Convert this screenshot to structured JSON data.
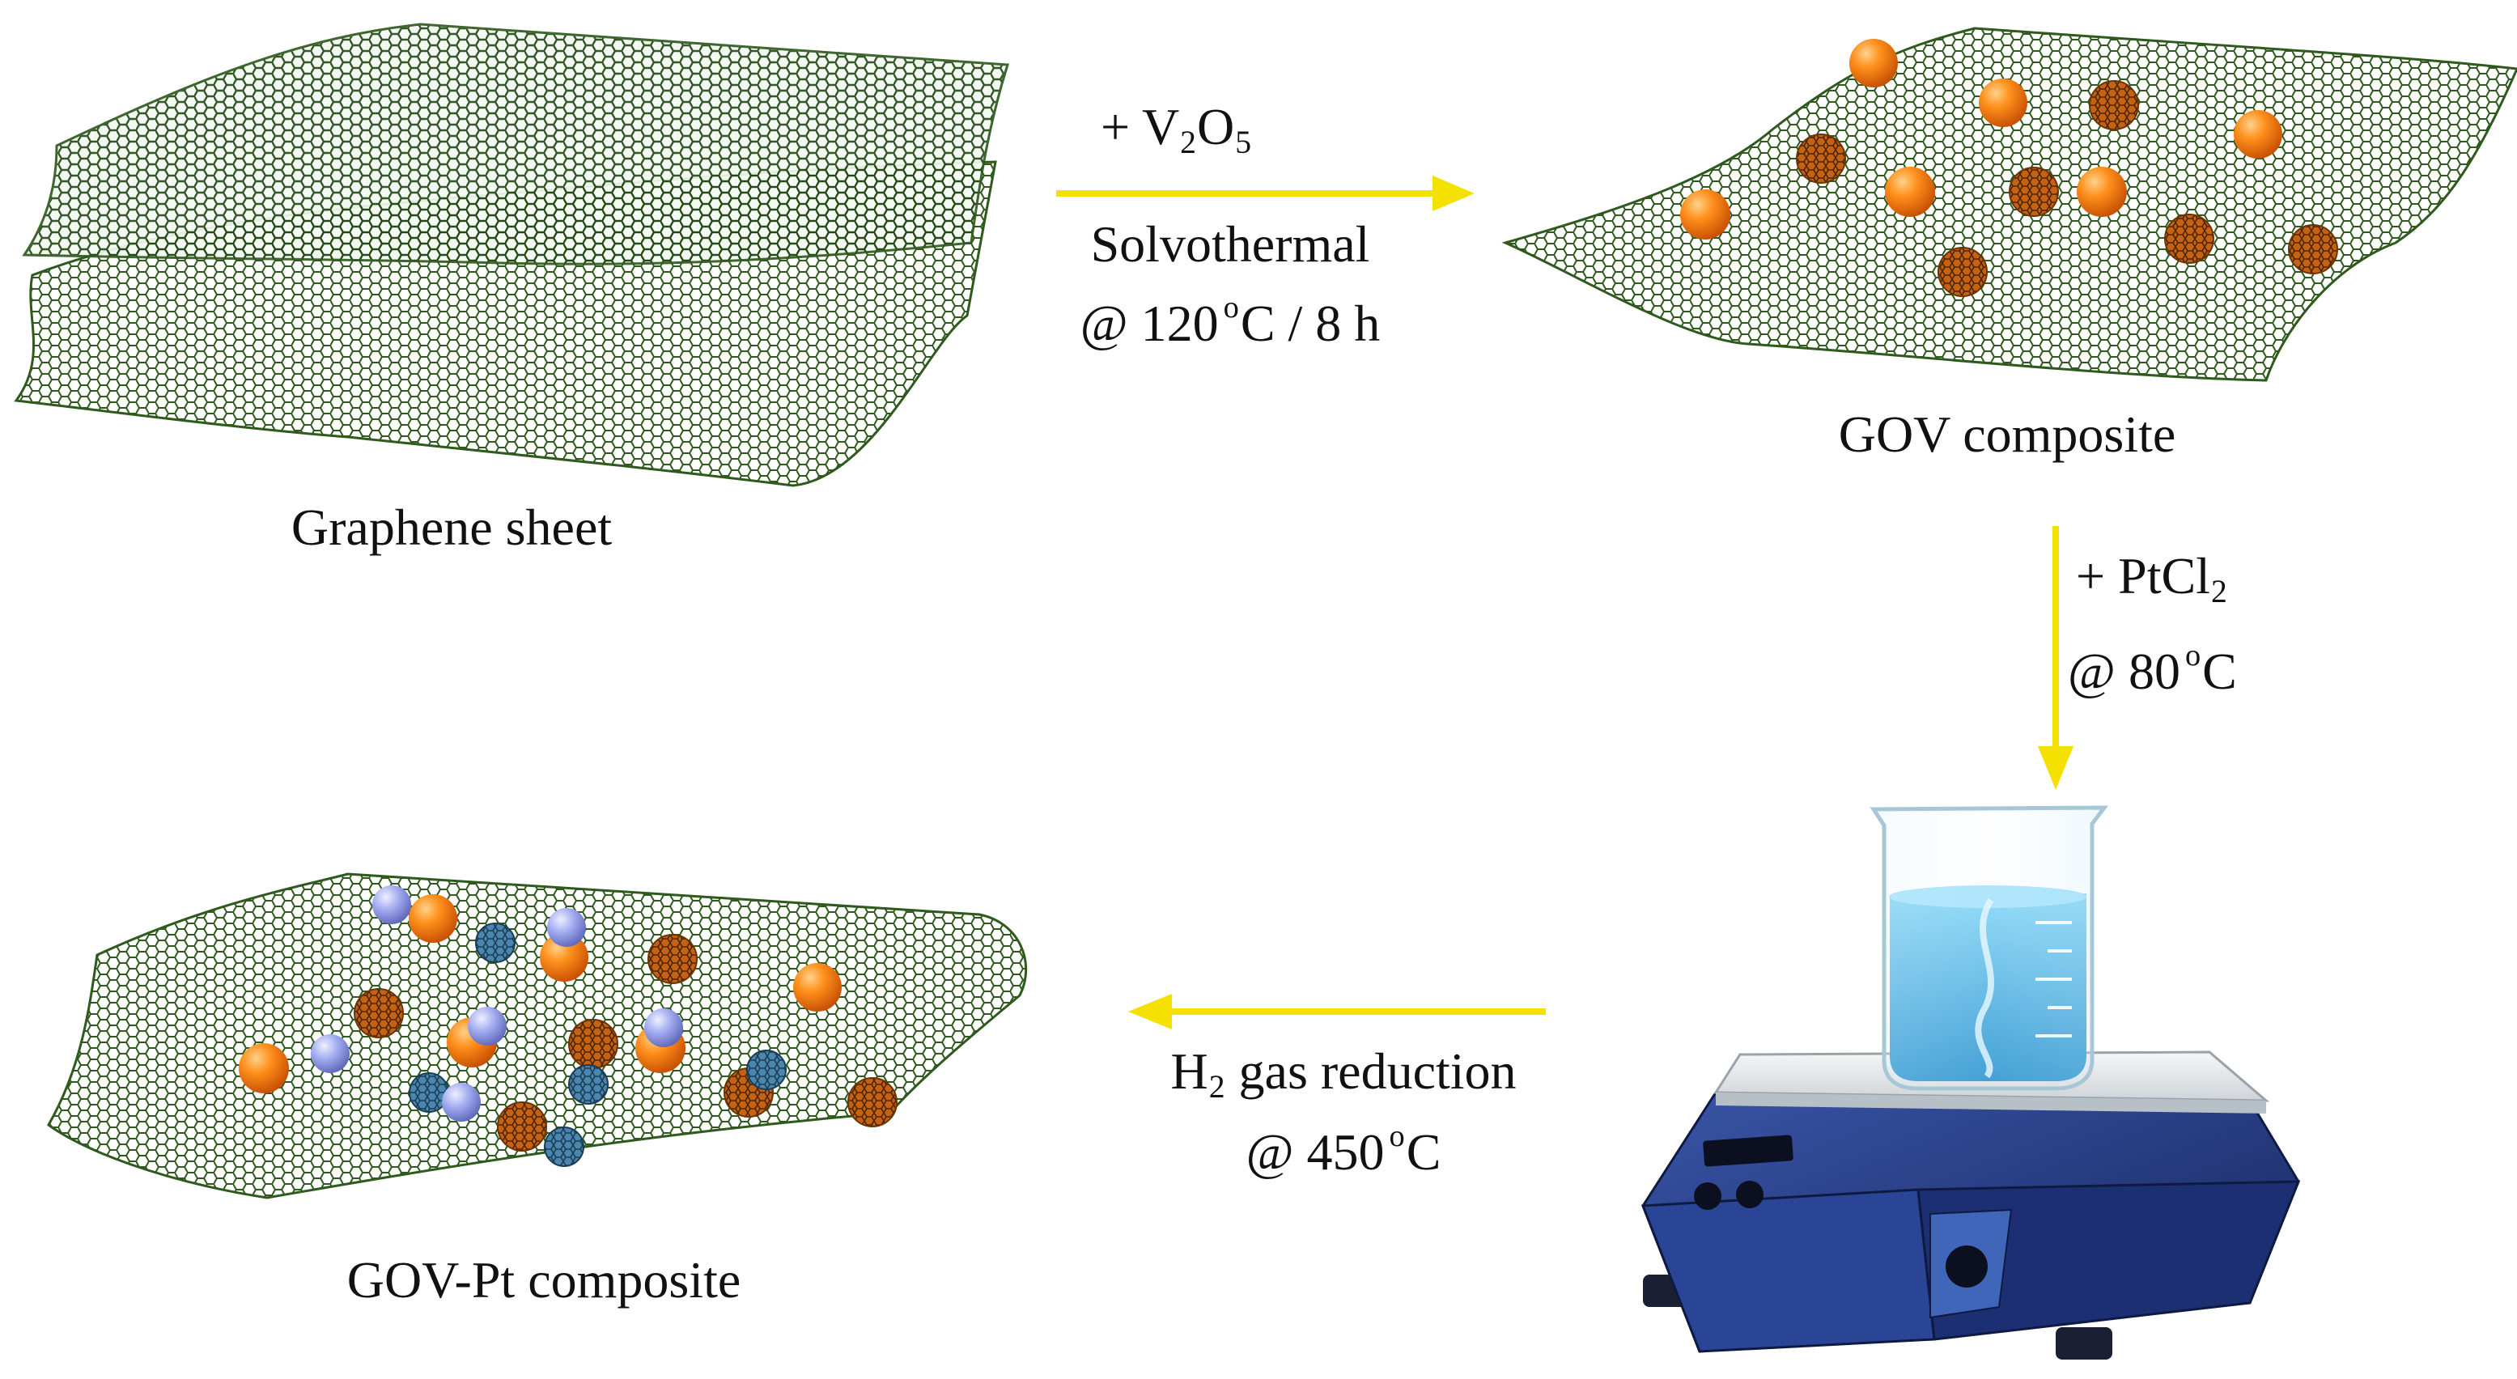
{
  "captions": {
    "graphene": "Graphene sheet",
    "gov": "GOV composite",
    "govpt": "GOV-Pt composite"
  },
  "step1": {
    "reagent_prefix": "+ V",
    "reagent_sub1": "2",
    "reagent_mid": "O",
    "reagent_sub2": "5",
    "method": "Solvothermal",
    "cond_prefix": "@ 120",
    "cond_deg": "o",
    "cond_suffix": "C / 8 h"
  },
  "step2": {
    "reagent_prefix": "+ PtCl",
    "reagent_sub": "2",
    "cond_prefix": "@ 80",
    "cond_deg": "o",
    "cond_suffix": "C"
  },
  "step3": {
    "gas_prefix": "H",
    "gas_sub": "2",
    "gas_suffix": "gas reduction",
    "cond_prefix": "@ 450",
    "cond_deg": "o",
    "cond_suffix": "C"
  },
  "colors": {
    "graphene_lattice": "#2f5a1d",
    "arrow": "#f5e100",
    "v2o5_particle": "#f07a12",
    "v2o5_cluster": "#d16a17",
    "pt_particle": "#8f9be8",
    "pt_cluster": "#3d7399",
    "water": "#44b3e6",
    "hotplate": "#25387a"
  }
}
